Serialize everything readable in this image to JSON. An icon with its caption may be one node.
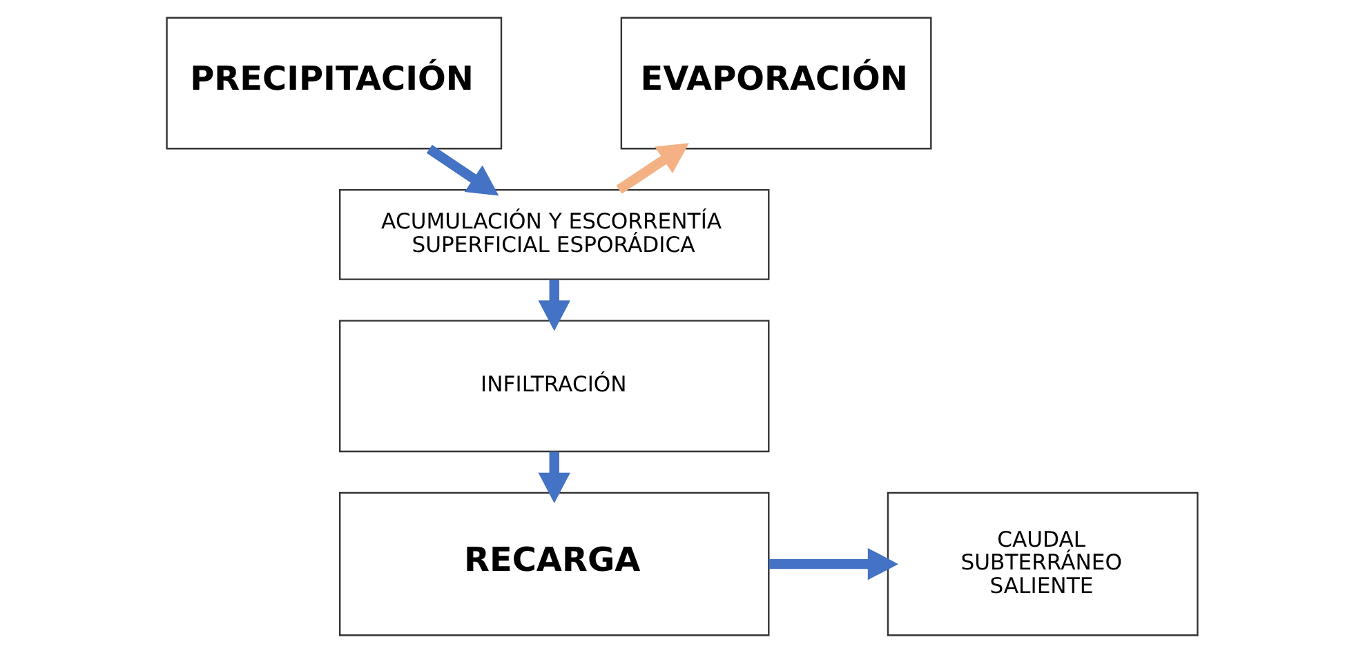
{
  "diagram": {
    "nodes": [
      {
        "text": [
          "PRECIPITACIÓN"
        ]
      },
      {
        "text": [
          "ACUMULACIÓN Y ESCORRENTÍA SUPERFICIAL ESPORÁDICA"
        ]
      },
      {
        "text": [
          "EVAPORACIÓN"
        ]
      },
      {
        "text": [
          "INFILTRACIÓN"
        ]
      },
      {
        "text": [
          "RECARGA"
        ]
      },
      {
        "text": [
          "CAUDAL SUBTERRÁNEO SALIENTE"
        ]
      }
    ],
    "edges": [
      {
        "from": 0,
        "to": 1,
        "arrow": "to"
      },
      {
        "from": 1,
        "to": 2,
        "arrow": "to",
        "color": "#f4b183"
      },
      {
        "from": 1,
        "to": 3,
        "arrow": "to"
      },
      {
        "from": 3,
        "to": 4,
        "arrow": "to"
      },
      {
        "from": 4,
        "to": 5,
        "arrow": "to"
      }
    ]
  }
}
